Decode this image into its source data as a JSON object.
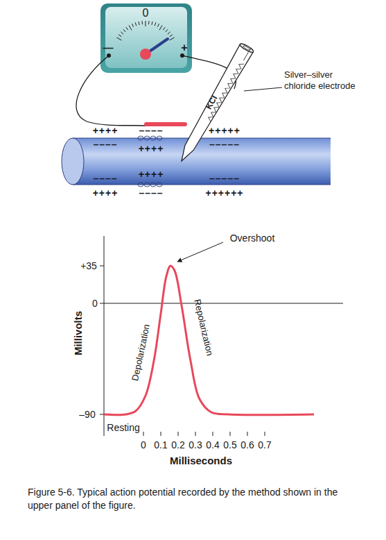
{
  "diagram": {
    "caption": "Figure 5-6. Typical action potential recorded by the method shown in the upper panel of the figure.",
    "nodes": [
      {
        "text": [
          "0",
          "—",
          "+"
        ]
      }
    ],
    "labels": [
      "KCl",
      "Silver–silver chloride electrode",
      "++++",
      "––––",
      "+++++",
      "––––",
      "++++",
      "–––––",
      "––––",
      "++++",
      "–––––",
      "++++",
      "––––",
      "++++++",
      "Overshoot",
      "+35",
      "0",
      "–90",
      "Millivolts",
      "Depolarization",
      "Repolarization",
      "Resting",
      "0",
      "0.1",
      "0.2",
      "0.3",
      "0.4",
      "0.5",
      "0.6",
      "0.7",
      "Milliseconds"
    ]
  }
}
